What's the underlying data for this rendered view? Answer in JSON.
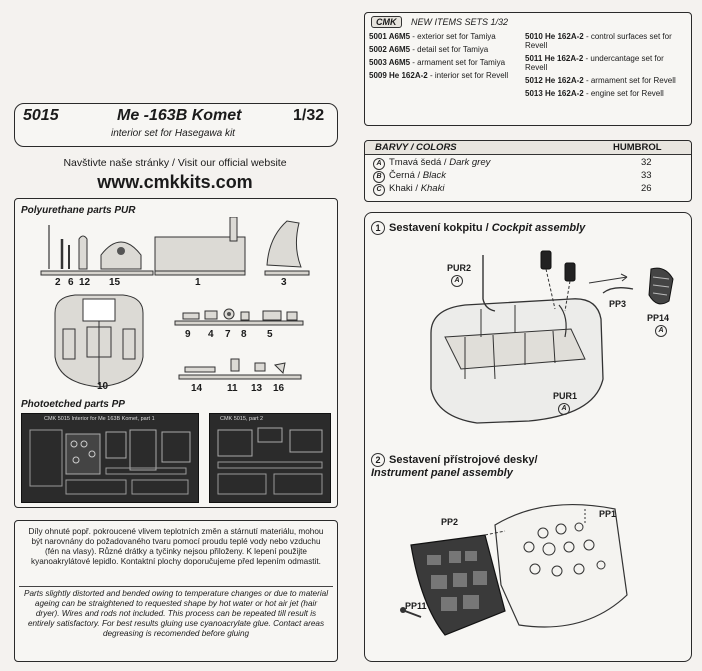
{
  "header": {
    "kit_number": "5015",
    "title": "Me -163B Komet",
    "scale": "1/32",
    "subtitle": "interior set for Hasegawa kit"
  },
  "website": {
    "visit_text": "Navštivte naše stránky / Visit our official website",
    "url": "www.cmkkits.com"
  },
  "pur": {
    "heading": "Polyurethane parts PUR",
    "labels": {
      "a": "2",
      "b": "6",
      "c": "12",
      "d": "15",
      "e": "1",
      "f": "3",
      "g": "9",
      "h": "4",
      "i": "7",
      "j": "8",
      "k": "5",
      "l": "10",
      "m": "14",
      "n": "11",
      "o": "13",
      "p": "16"
    }
  },
  "pp": {
    "heading": "Photoetched parts PP",
    "sheet1_text": "CMK 5015 Interior for Me 163B Komet, part 1",
    "sheet2_text": "CMK 5015, part 2"
  },
  "notes": {
    "cz": "Díly ohnuté popř. pokroucené vlivem teplotních změn a stárnutí materiálu, mohou být narovnány do požadovaného tvaru pomocí proudu teplé vody nebo vzduchu (fén na vlasy). Různé drátky a tyčinky nejsou přiloženy. K lepení použijte kyanoakrylátové lepidlo. Kontaktní plochy doporučujeme před lepením odmastit.",
    "en": "Parts slightly distorted and bended owing to temperature changes or due to material ageing can be straightened to requested shape by hot water or hot air jet (hair dryer). Wires and rods not included. This process can be repeated till result is entirely satisfactory. For best results gluing use cyanoacrylate glue. Contact areas degreasing is recomended before gluing"
  },
  "new_items": {
    "logo": "CMK",
    "title": "NEW ITEMS SETS 1/32",
    "left": [
      {
        "code": "5001 A6M5",
        "desc": "- exterior set for Tamiya"
      },
      {
        "code": "5002 A6M5",
        "desc": "- detail set for Tamiya"
      },
      {
        "code": "5003 A6M5",
        "desc": "- armament set for Tamiya"
      },
      {
        "code": "5009 He 162A-2",
        "desc": "- interior set for Revell"
      }
    ],
    "right": [
      {
        "code": "5010 He 162A-2",
        "desc": "- control surfaces set for Revell"
      },
      {
        "code": "5011 He 162A-2",
        "desc": "- undercantage set for Revell"
      },
      {
        "code": "5012 He 162A-2",
        "desc": "- armament set for Revell"
      },
      {
        "code": "5013 He 162A-2",
        "desc": "- engine set for Revell"
      }
    ]
  },
  "colors": {
    "heading": "BARVY / COLORS",
    "humbrol": "HUMBROL",
    "rows": [
      {
        "mark": "A",
        "cz": "Tmavá šedá /",
        "en": "Dark grey",
        "num": "32"
      },
      {
        "mark": "B",
        "cz": "Černá /",
        "en": "Black",
        "num": "33"
      },
      {
        "mark": "C",
        "cz": "Khaki /",
        "en": "Khaki",
        "num": "26"
      }
    ]
  },
  "step1": {
    "num": "1",
    "title_cz": "Sestavení kokpitu /",
    "title_en": "Cockpit assembly",
    "pur2": "PUR2",
    "pp3": "PP3",
    "pp14": "PP14",
    "pur1": "PUR1",
    "mark": "A"
  },
  "step2": {
    "num": "2",
    "title_cz": "Sestavení přístrojové desky/",
    "title_en": "Instrument panel assembly",
    "pp1": "PP1",
    "pp2": "PP2",
    "pp11": "PP11"
  }
}
